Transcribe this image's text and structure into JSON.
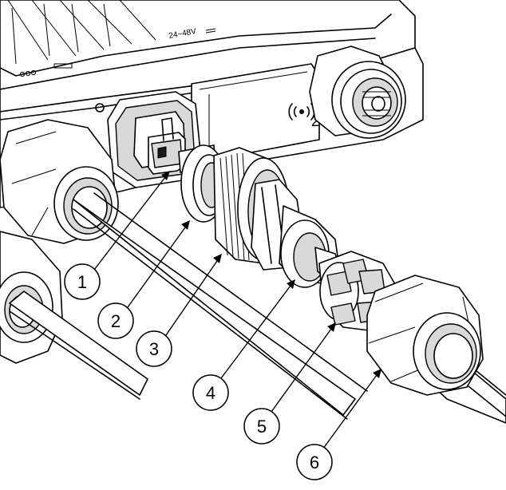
{
  "housing": {
    "power_rating_text": "24~48V",
    "radio_port_label": "2"
  },
  "callouts": [
    {
      "number": "1"
    },
    {
      "number": "2"
    },
    {
      "number": "3"
    },
    {
      "number": "4"
    },
    {
      "number": "5"
    },
    {
      "number": "6"
    }
  ]
}
